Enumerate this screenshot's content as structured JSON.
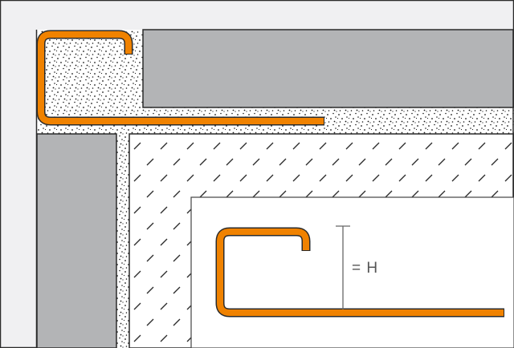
{
  "diagram": {
    "type": "tile edge profile cross-section",
    "dimension_label": "= H",
    "colors": {
      "background": "#f0f0f2",
      "outline": "#2b2b2b",
      "tile": "#b3b4b6",
      "profile": "#f08200",
      "mortar_bg": "#ffffff",
      "mortar_dots": "#1a1a1a",
      "substrate_hatch": "#2b2b2b",
      "inset_panel": "#ffffff",
      "dimension_line": "#666666"
    },
    "parts": [
      {
        "name": "top-tile",
        "description": "Horizontal tile (gray)"
      },
      {
        "name": "side-tile",
        "description": "Vertical tile (gray)"
      },
      {
        "name": "tile-adhesive",
        "description": "Dotted adhesive/mortar bed"
      },
      {
        "name": "substrate",
        "description": "Hatched substrate / screed"
      },
      {
        "name": "edge-profile",
        "description": "Orange square-edge trim profile"
      },
      {
        "name": "profile-detail",
        "description": "Enlarged profile section with height dimension H"
      }
    ]
  }
}
